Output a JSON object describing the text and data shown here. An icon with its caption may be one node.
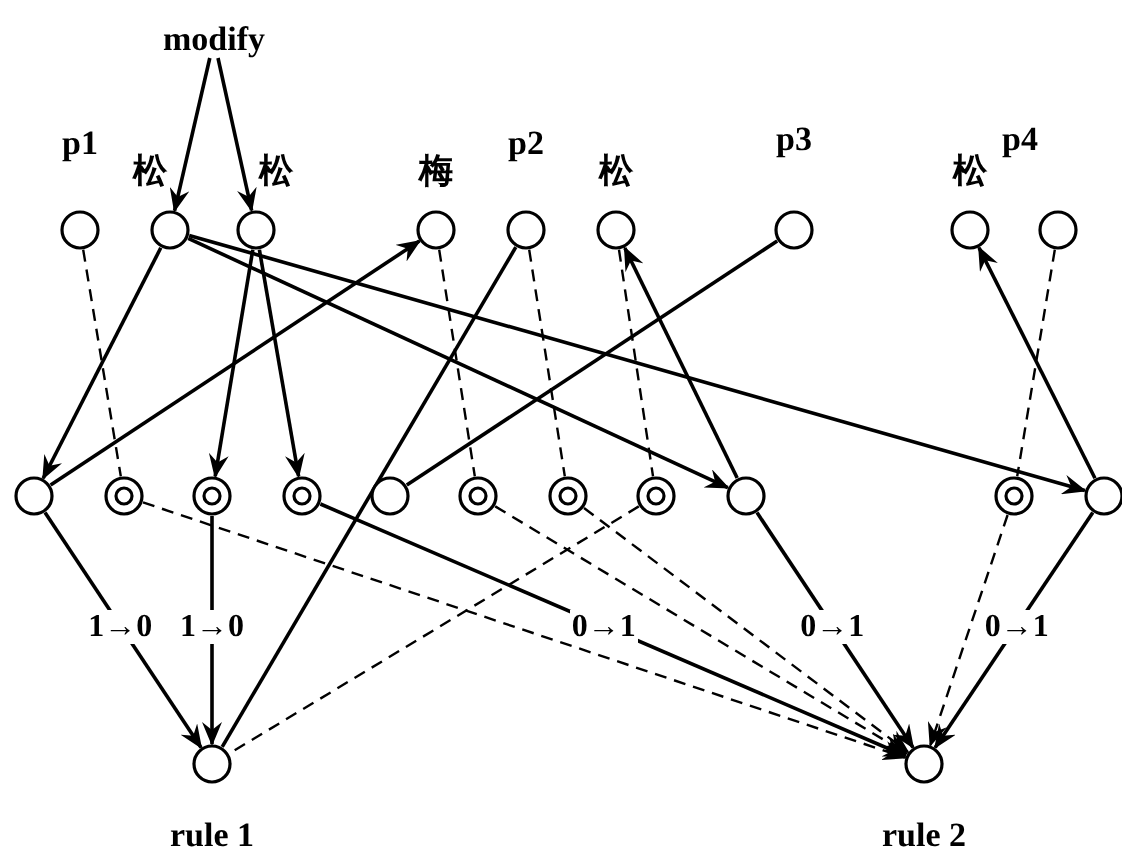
{
  "diagram": {
    "nodes": [
      {
        "text": [
          "modify"
        ]
      },
      {
        "text": [],
        "shape": "circle"
      },
      {
        "text": [],
        "shape": "circle",
        "beside": [
          "松"
        ]
      },
      {
        "text": [],
        "shape": "circle",
        "beside": [
          "松"
        ]
      },
      {
        "text": [],
        "shape": "circle",
        "beside": [
          "梅"
        ]
      },
      {
        "text": [],
        "shape": "circle"
      },
      {
        "text": [],
        "shape": "circle",
        "beside": [
          "松"
        ]
      },
      {
        "text": [],
        "shape": "circle"
      },
      {
        "text": [],
        "shape": "circle",
        "beside": [
          "松"
        ]
      },
      {
        "text": [],
        "shape": "circle"
      },
      {
        "text": [],
        "shape": "circle"
      },
      {
        "text": [],
        "shape": "ring"
      },
      {
        "text": [],
        "shape": "ring"
      },
      {
        "text": [],
        "shape": "ring"
      },
      {
        "text": [],
        "shape": "circle"
      },
      {
        "text": [],
        "shape": "ring"
      },
      {
        "text": [],
        "shape": "ring"
      },
      {
        "text": [],
        "shape": "ring"
      },
      {
        "text": [],
        "shape": "circle"
      },
      {
        "text": [],
        "shape": "ring"
      },
      {
        "text": [],
        "shape": "circle"
      },
      {
        "text": [],
        "shape": "circle",
        "beside": [
          "rule 1"
        ]
      },
      {
        "text": [],
        "shape": "circle",
        "beside": [
          "rule 2"
        ]
      }
    ],
    "edges": [
      {
        "from": 0,
        "to": 2,
        "arrow": "to"
      },
      {
        "from": 0,
        "to": 3,
        "arrow": "to"
      },
      {
        "from": 2,
        "to": 10,
        "arrow": "to"
      },
      {
        "from": 10,
        "to": 4,
        "arrow": "to"
      },
      {
        "from": 3,
        "to": 12,
        "arrow": "to"
      },
      {
        "from": 3,
        "to": 13,
        "arrow": "to"
      },
      {
        "from": 2,
        "to": 18,
        "arrow": "to"
      },
      {
        "from": 2,
        "to": 20,
        "arrow": "to"
      },
      {
        "from": 18,
        "to": 6,
        "arrow": "to"
      },
      {
        "from": 20,
        "to": 8,
        "arrow": "to"
      },
      {
        "from": 5,
        "to": 21,
        "arrow": "none"
      },
      {
        "from": 7,
        "to": 14,
        "arrow": "none"
      },
      {
        "from": 10,
        "to": 21,
        "arrow": "to",
        "label": "1→0"
      },
      {
        "from": 12,
        "to": 21,
        "arrow": "to",
        "label": "1→0"
      },
      {
        "from": 13,
        "to": 22,
        "arrow": "to",
        "label": "0→1"
      },
      {
        "from": 18,
        "to": 22,
        "arrow": "to",
        "label": "0→1"
      },
      {
        "from": 20,
        "to": 22,
        "arrow": "to",
        "label": "0→1"
      },
      {
        "from": 1,
        "to": 11,
        "arrow": "none",
        "style": "dashed"
      },
      {
        "from": 4,
        "to": 15,
        "arrow": "none",
        "style": "dashed"
      },
      {
        "from": 5,
        "to": 16,
        "arrow": "none",
        "style": "dashed"
      },
      {
        "from": 6,
        "to": 17,
        "arrow": "none",
        "style": "dashed"
      },
      {
        "from": 9,
        "to": 19,
        "arrow": "none",
        "style": "dashed"
      },
      {
        "from": 11,
        "to": 22,
        "arrow": "to",
        "style": "dashed"
      },
      {
        "from": 15,
        "to": 22,
        "arrow": "to",
        "style": "dashed"
      },
      {
        "from": 16,
        "to": 22,
        "arrow": "to",
        "style": "dashed"
      },
      {
        "from": 19,
        "to": 22,
        "arrow": "to",
        "style": "dashed"
      },
      {
        "from": 17,
        "to": 21,
        "arrow": "none",
        "style": "dashed"
      }
    ],
    "labels": [
      "p1",
      "p2",
      "p3",
      "p4"
    ]
  }
}
